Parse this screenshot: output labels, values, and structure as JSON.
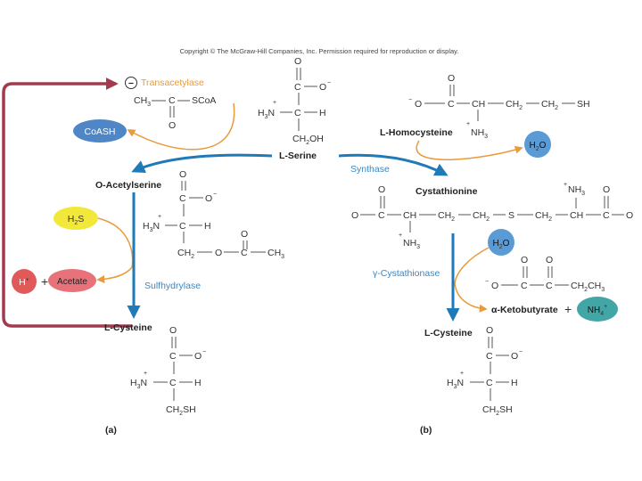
{
  "copyright": "Copyright © The McGraw-Hill Companies, Inc. Permission required for reproduction or display.",
  "colors": {
    "pathway_arrow": "#1f7ab8",
    "side_arrow": "#e89a3c",
    "feedback_arrow": "#a33a4e",
    "coash_badge": "#4f86c6",
    "h2s_badge": "#f2e83a",
    "h_ion_badge": "#e15a5a",
    "acetate_badge": "#e8727a",
    "water_badge": "#5b9bd5",
    "ammonium_badge": "#42a6a6"
  },
  "panel_a": {
    "label": "(a)",
    "inhibitor_sign": "−",
    "transacetylase": "Transacetylase",
    "acetyl_coa": {
      "ch3": "CH",
      "ch3_sub": "3",
      "carbonyl_c": "C",
      "scoa": "SCoA",
      "o": "O"
    },
    "coash": "CoASH",
    "serine_name": "L-Serine",
    "o_acetylserine_name": "O-Acetylserine",
    "h2s": "H",
    "h2s_sub": "2",
    "h2s_s": "S",
    "h_ion": "H",
    "h_ion_sup": "+",
    "plus": "+",
    "acetate": "Acetate",
    "sulfhydrylase": "Sulfhydrylase",
    "cysteine_name": "L-Cysteine"
  },
  "panel_b": {
    "label": "(b)",
    "homocysteine_name": "L-Homocysteine",
    "synthase": "Synthase",
    "cystathionine_name": "Cystathionine",
    "cystathionase": "γ-Cystathionase",
    "ketobutyrate_name": "α-Ketobutyrate",
    "plus": "+",
    "water": "H",
    "water_sub": "2",
    "water_o": "O",
    "ammonium": "NH",
    "ammonium_sub": "4",
    "ammonium_sup": "+",
    "cysteine_name": "L-Cysteine"
  },
  "atoms": {
    "O": "O",
    "O_minus": "O",
    "minus": "−",
    "C": "C",
    "H": "H",
    "N": "N",
    "H3N": "H",
    "H3N_sub": "3",
    "plus": "+",
    "CH2OH": "CH",
    "CH2OH_sub": "2",
    "CH2OH_tail": "OH",
    "CH2SH": "CH",
    "CH2SH_sub": "2",
    "CH2SH_tail": "SH",
    "CH": "CH",
    "CH2": "CH",
    "CH2_sub": "2",
    "SH": "SH",
    "S": "S",
    "NH3": "NH",
    "NH3_sub": "3",
    "CH3": "CH",
    "CH3_sub": "3"
  }
}
